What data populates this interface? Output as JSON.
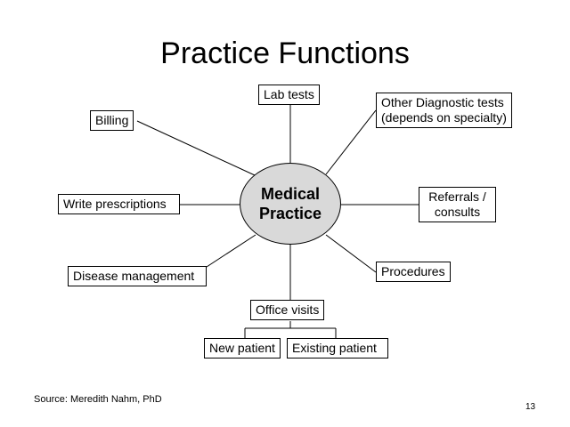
{
  "slide": {
    "title": "Practice Functions",
    "source": "Source: Meredith Nahm, PhD",
    "page_number": "13"
  },
  "diagram": {
    "center": "Medical\nPractice",
    "nodes": {
      "lab_tests": "Lab tests",
      "other_diagnostic": "Other Diagnostic tests\n(depends on specialty)",
      "billing": "Billing",
      "write_prescriptions": "Write prescriptions",
      "referrals": "Referrals /\nconsults",
      "disease_management": "Disease management",
      "procedures": "Procedures",
      "office_visits": "Office visits",
      "new_patient": "New patient",
      "existing_patient": "Existing patient"
    }
  }
}
